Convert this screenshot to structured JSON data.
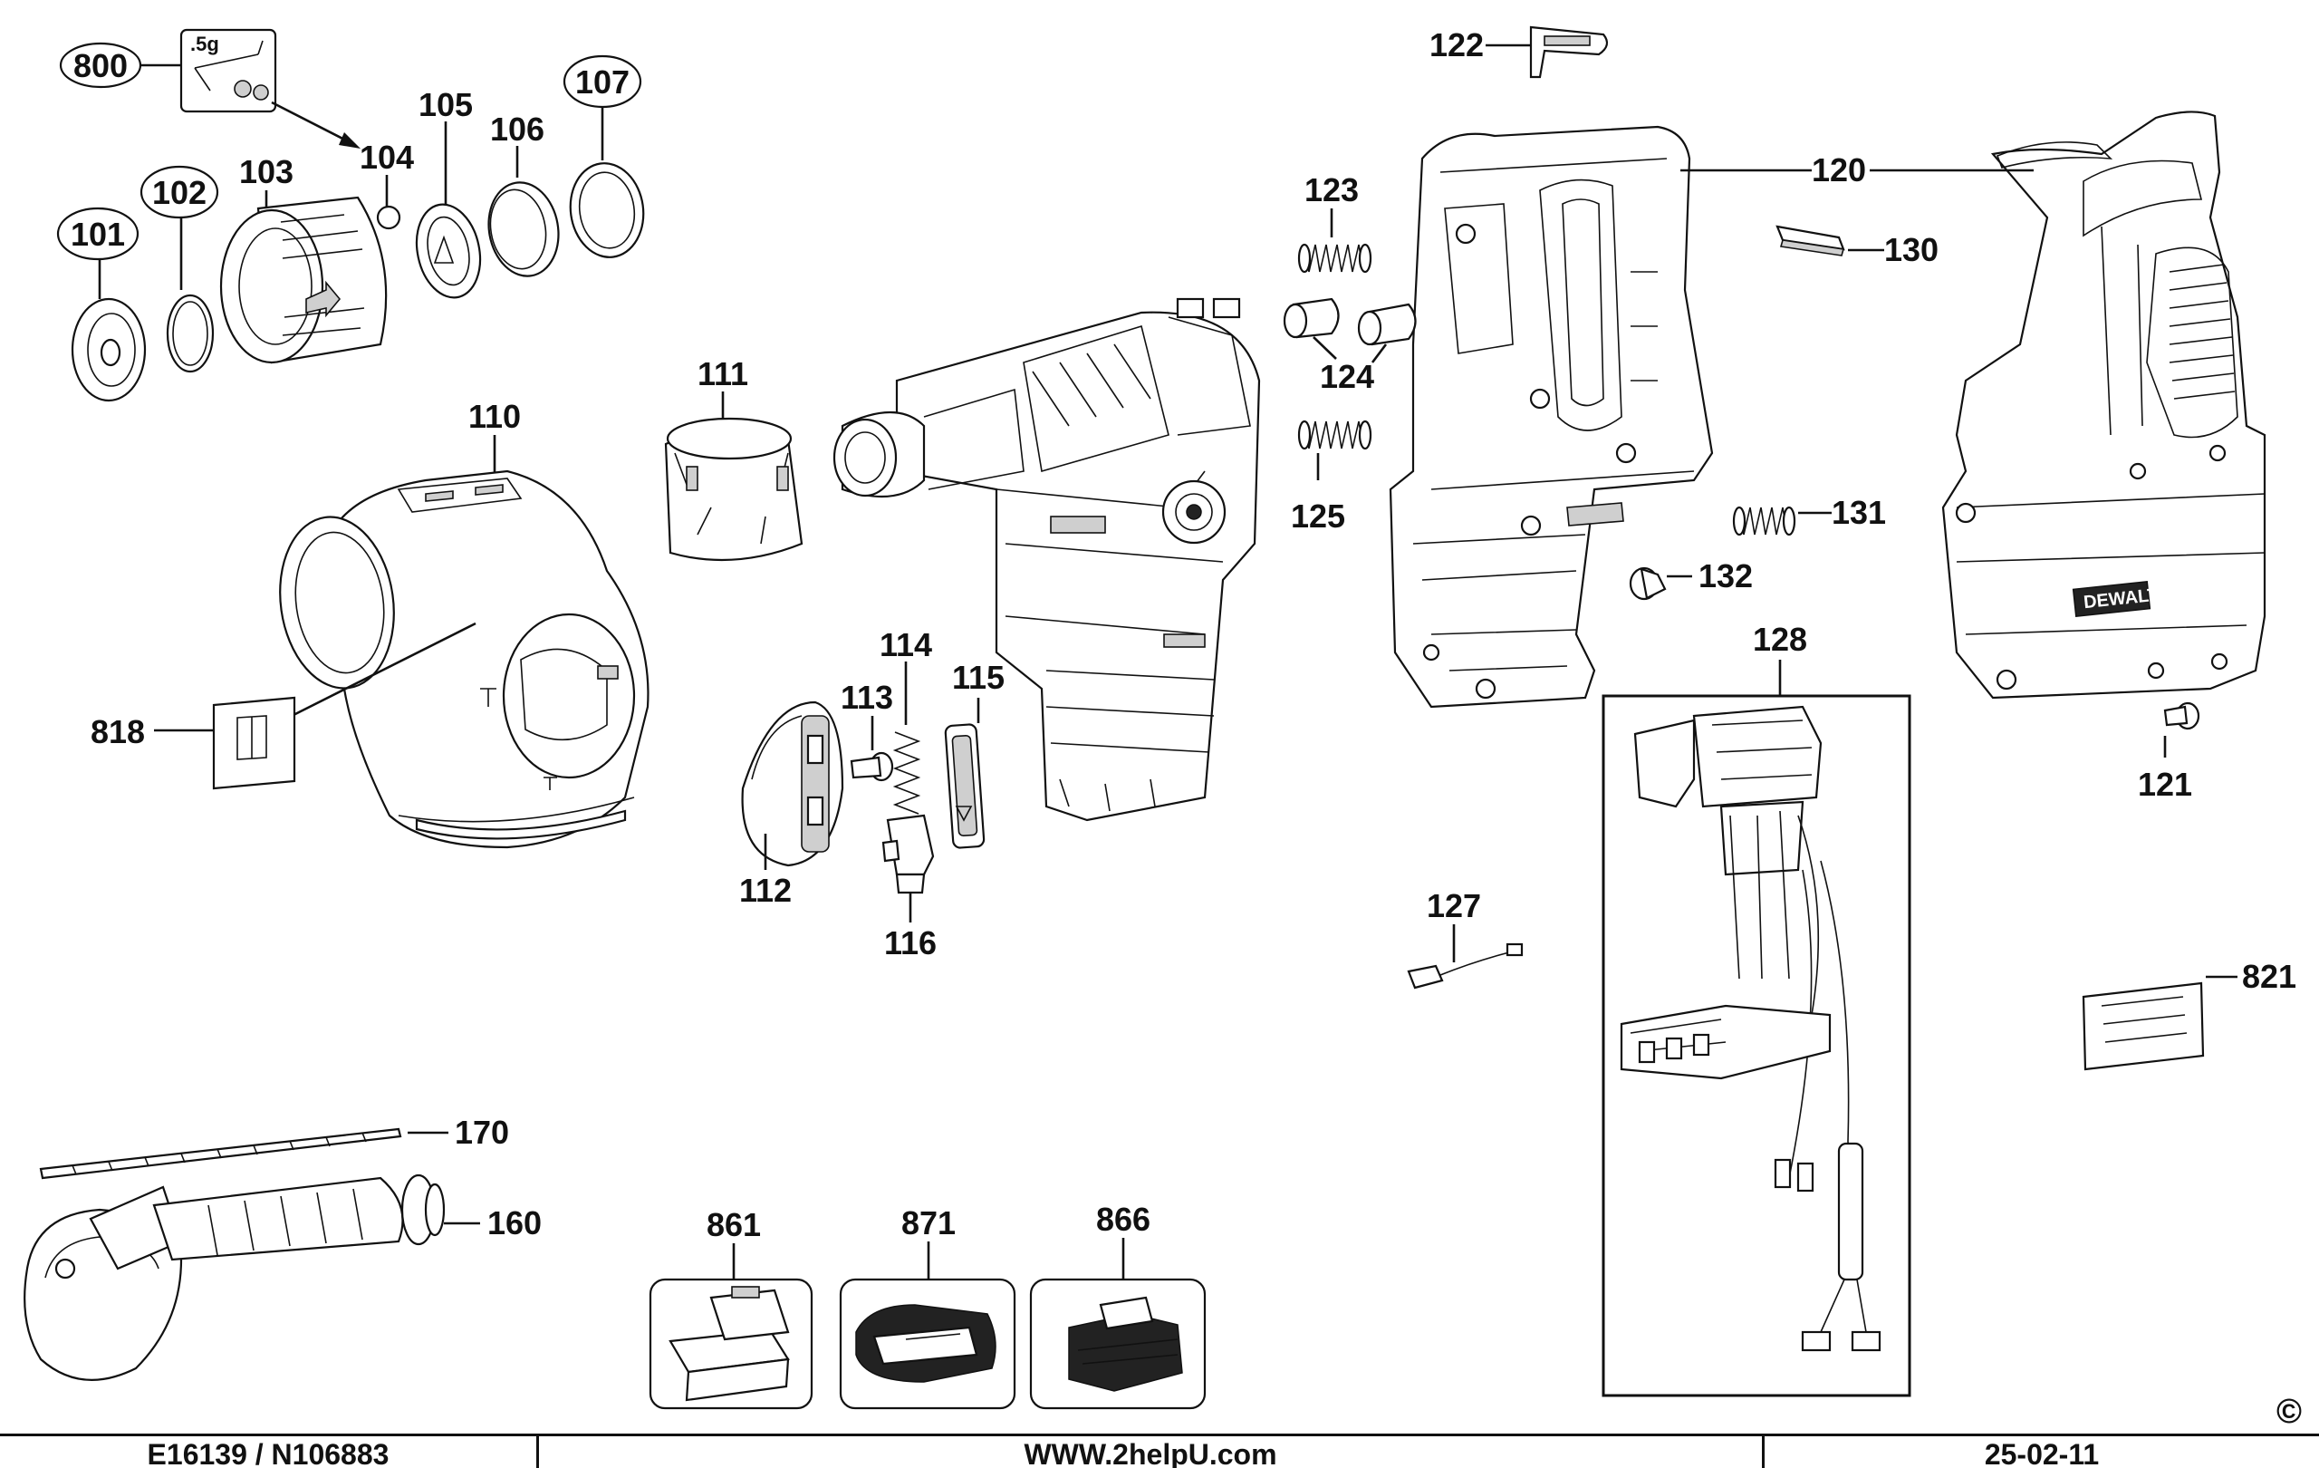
{
  "labels": {
    "p800": "800",
    "p_5g": ".5g",
    "p104": "104",
    "p105": "105",
    "p106": "106",
    "p107": "107",
    "p101": "101",
    "p102": "102",
    "p103": "103",
    "p110": "110",
    "p111": "111",
    "p818": "818",
    "p112": "112",
    "p113": "113",
    "p114": "114",
    "p115": "115",
    "p116": "116",
    "p122": "122",
    "p120": "120",
    "p123": "123",
    "p124": "124",
    "p125": "125",
    "p130": "130",
    "p131": "131",
    "p132": "132",
    "p128": "128",
    "p121": "121",
    "p127": "127",
    "p821": "821",
    "p170": "170",
    "p160": "160",
    "p861": "861",
    "p871": "871",
    "p866": "866",
    "copyright": "©",
    "brand_plate": "DEWALT"
  },
  "footer": {
    "left": "E16139 / N106883",
    "center": "WWW.2helpU.com",
    "right": "25-02-11"
  }
}
